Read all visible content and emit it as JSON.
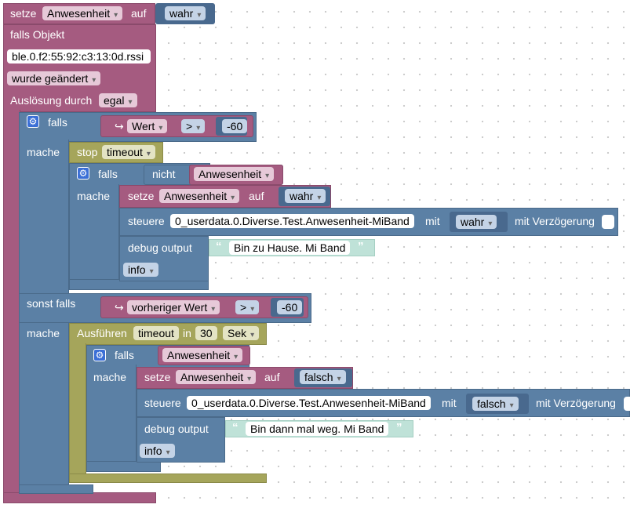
{
  "colors": {
    "logic_blue": "#5b80a5",
    "event_pink": "#a55b80",
    "timer_olive": "#a5a55b",
    "text_green": "#bfe2d8",
    "gear_blue": "#3b6fd6"
  },
  "top_set": {
    "label": "setze",
    "var": "Anwesenheit",
    "on": "auf",
    "value": "wahr"
  },
  "trigger": {
    "title": "falls Objekt",
    "object_id": "ble.0.f2:55:92:c3:13:0d.rssi",
    "condition": "wurde geändert",
    "trigger_label": "Auslösung durch",
    "trigger_value": "egal"
  },
  "if1": {
    "falls": "falls",
    "icon": "gear-icon",
    "value_arrow": "↪",
    "value": "Wert",
    "op": ">",
    "num": "-60",
    "mache": "mache"
  },
  "stop": {
    "label": "stop",
    "timer": "timeout"
  },
  "if_inner": {
    "falls": "falls",
    "not": "nicht",
    "var": "Anwesenheit",
    "mache": "mache"
  },
  "set_a": {
    "label": "setze",
    "var": "Anwesenheit",
    "on": "auf",
    "value": "wahr"
  },
  "control_a": {
    "label": "steuere",
    "object": "0_userdata.0.Diverse.Test.Anwesenheit-MiBand",
    "with": "mit",
    "value": "wahr",
    "delay": "mit Verzögerung"
  },
  "debug_a": {
    "label": "debug output",
    "text": "Bin zu Hause. Mi Band",
    "level": "info"
  },
  "elseif": {
    "label": "sonst falls",
    "arrow": "↪",
    "value": "vorheriger Wert",
    "op": ">",
    "num": "-60",
    "mache": "mache"
  },
  "exec": {
    "label": "Ausführen",
    "timer": "timeout",
    "in": "in",
    "num": "30",
    "unit": "Sek"
  },
  "if3": {
    "falls": "falls",
    "var": "Anwesenheit",
    "mache": "mache"
  },
  "set_b": {
    "label": "setze",
    "var": "Anwesenheit",
    "on": "auf",
    "value": "falsch"
  },
  "control_b": {
    "label": "steuere",
    "object": "0_userdata.0.Diverse.Test.Anwesenheit-MiBand",
    "with": "mit",
    "value": "falsch",
    "delay": "mit Verzögerung"
  },
  "debug_b": {
    "label": "debug output",
    "text": "Bin dann mal weg. Mi Band",
    "level": "info"
  }
}
